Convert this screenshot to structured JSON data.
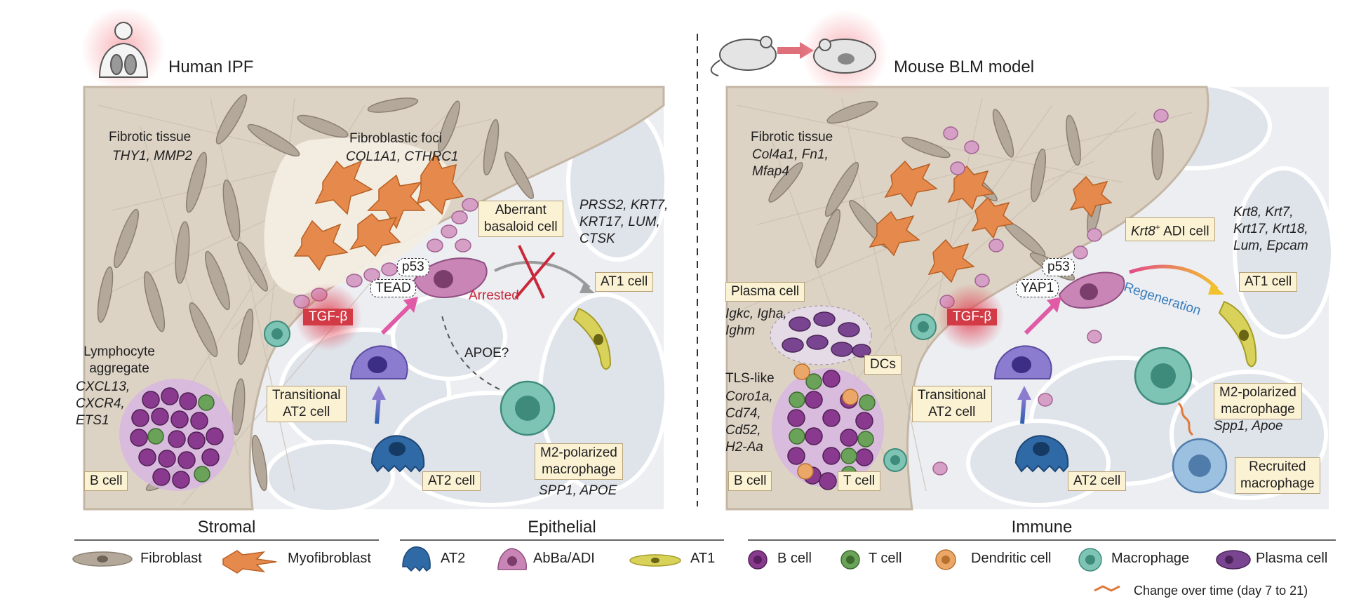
{
  "panels": {
    "human": {
      "title": "Human IPF",
      "fibrotic_tissue": {
        "label": "Fibrotic tissue",
        "genes": "THY1, MMP2"
      },
      "fibroblastic_foci": {
        "label": "Fibroblastic foci",
        "genes": "COL1A1, CTHRC1"
      },
      "aberrant": {
        "label_line1": "Aberrant",
        "label_line2": "basaloid cell",
        "genes_line1": "PRSS2, KRT7,",
        "genes_line2": "KRT17, LUM,",
        "genes_line3": "CTSK"
      },
      "p53": "p53",
      "tead": "TEAD",
      "tgfb": "TGF-β",
      "arrested": "Arrested",
      "at1": "AT1 cell",
      "apoe_q": "APOE?",
      "lymphocyte": {
        "line1": "Lymphocyte",
        "line2": "aggregate",
        "genes_line1": "CXCL13,",
        "genes_line2": "CXCR4,",
        "genes_line3": "ETS1"
      },
      "transitional": {
        "line1": "Transitional",
        "line2": "AT2 cell"
      },
      "m2": {
        "line1": "M2-polarized",
        "line2": "macrophage",
        "genes": "SPP1, APOE"
      },
      "b_cell": "B cell",
      "at2": "AT2 cell"
    },
    "mouse": {
      "title": "Mouse BLM model",
      "fibrotic_tissue": {
        "label": "Fibrotic tissue",
        "genes_line1": "Col4a1, Fn1,",
        "genes_line2": "Mfap4"
      },
      "adi": {
        "label_prefix": "Krt8",
        "label_sup": "+",
        "label_suffix": " ADI cell",
        "genes_line1": "Krt8, Krt7,",
        "genes_line2": "Krt17, Krt18,",
        "genes_line3": "Lum, Epcam"
      },
      "p53": "p53",
      "yap1": "YAP1",
      "tgfb": "TGF-β",
      "regeneration": "Regeneration",
      "at1": "AT1 cell",
      "plasma": {
        "label": "Plasma cell",
        "genes_line1": "Igkc, Igha,",
        "genes_line2": "Ighm"
      },
      "dcs": "DCs",
      "tls": {
        "label": "TLS-like",
        "genes_line1": "Coro1a,",
        "genes_line2": "Cd74,",
        "genes_line3": "Cd52,",
        "genes_line4": "H2-Aa"
      },
      "transitional": {
        "line1": "Transitional",
        "line2": "AT2 cell"
      },
      "m2": {
        "line1": "M2-polarized",
        "line2": "macrophage",
        "genes": "Spp1, Apoe"
      },
      "recruited": {
        "line1": "Recruited",
        "line2": "macrophage"
      },
      "b_cell": "B cell",
      "t_cell": "T cell",
      "at2": "AT2 cell"
    }
  },
  "legend": {
    "sections": {
      "stromal": "Stromal",
      "epithelial": "Epithelial",
      "immune": "Immune"
    },
    "items": {
      "fibroblast": "Fibroblast",
      "myofibroblast": "Myofibroblast",
      "at2": "AT2",
      "abba": "AbBa/ADI",
      "at1": "AT1",
      "bcell": "B cell",
      "tcell": "T cell",
      "dendritic": "Dendritic cell",
      "macrophage": "Macrophage",
      "plasma": "Plasma cell"
    },
    "change_over_time": "Change over time (day 7 to 21)"
  },
  "colors": {
    "fibroblast": "#b3a89a",
    "myofibroblast": "#e58a4c",
    "at2": "#2f6aa6",
    "abba": "#c985b5",
    "at1": "#d9d25a",
    "bcell": "#8a3a8e",
    "tcell": "#6ba25a",
    "dendritic": "#eaa768",
    "macrophage": "#7dc4b4",
    "plasma": "#7a4590",
    "label_box": "#fbf2d4",
    "tgfb": "#d23a45"
  }
}
